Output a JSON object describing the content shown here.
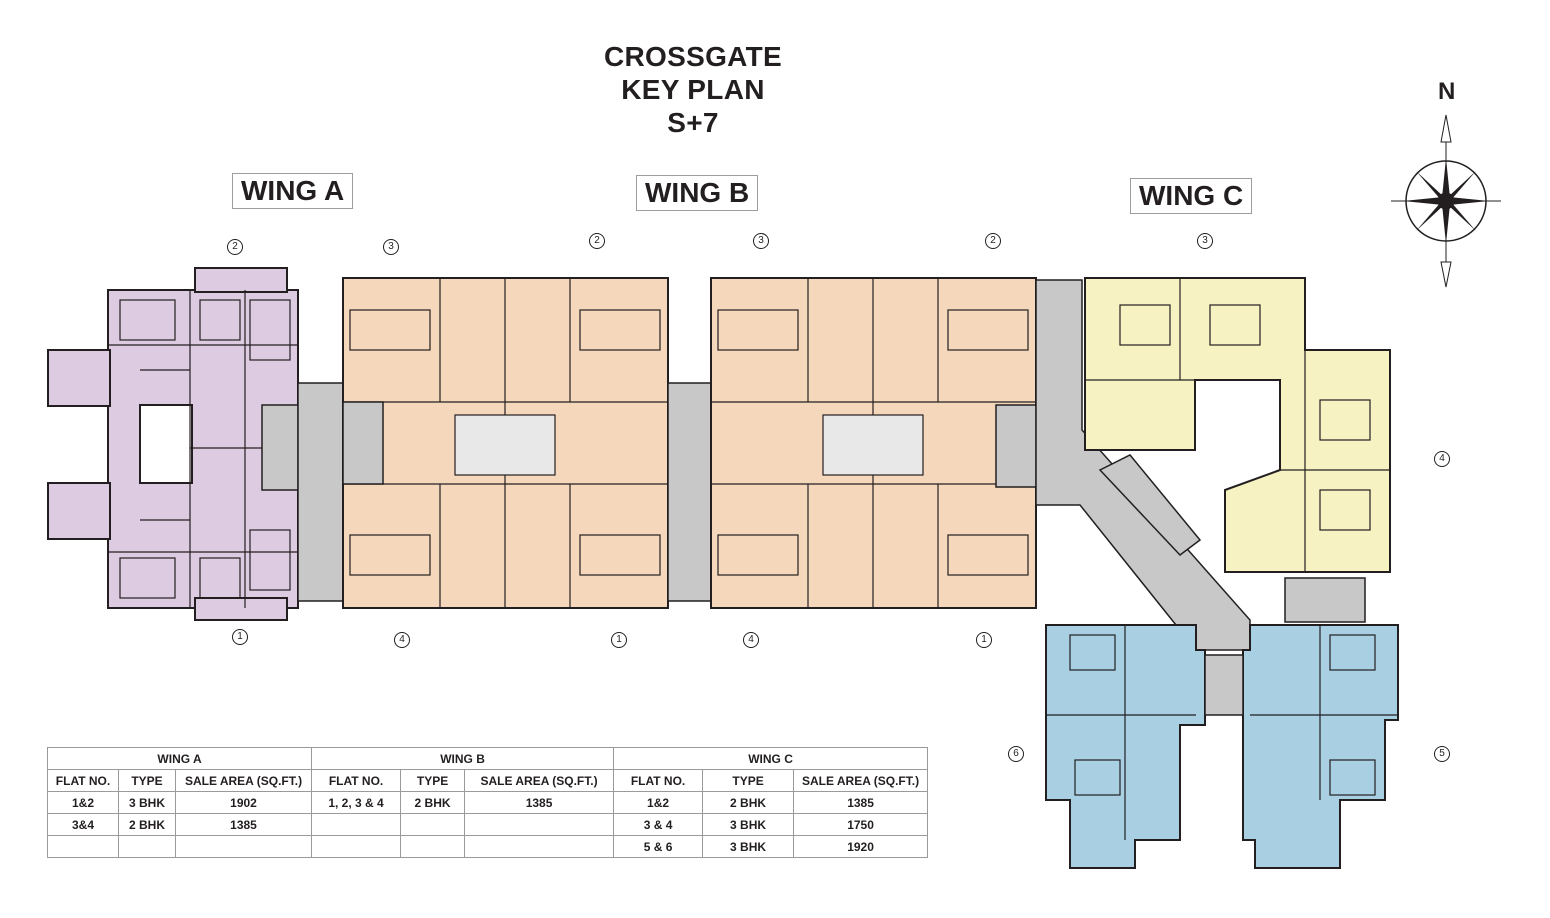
{
  "title": {
    "line1": "CROSSGATE",
    "line2": "KEY PLAN",
    "line3": "S+7"
  },
  "wings": {
    "a": "WING A",
    "b": "WING B",
    "c": "WING C"
  },
  "compass": {
    "north": "N",
    "icon": "compass-rose-icon"
  },
  "colors": {
    "wing_a": "#ddcbe2",
    "wing_b": "#f5d8bc",
    "wing_c_upper": "#f7f2c2",
    "wing_c_lower": "#a9cfe3",
    "core": "#c8c8c8"
  },
  "markers": {
    "a_top": "2",
    "a_bottom": "1",
    "b_top_1": "3",
    "b_top_2": "2",
    "b_top_3": "3",
    "b_top_4": "2",
    "b_bottom_1": "4",
    "b_bottom_2": "1",
    "b_bottom_3": "4",
    "b_bottom_4": "1",
    "c_top": "3",
    "c_right": "4",
    "c_right_lower": "5",
    "c_left_lower": "6"
  },
  "table": {
    "wing_a": {
      "header": "WING A",
      "columns": [
        "FLAT NO.",
        "TYPE",
        "SALE AREA (SQ.FT.)"
      ],
      "rows": [
        [
          "1&2",
          "3 BHK",
          "1902"
        ],
        [
          "3&4",
          "2 BHK",
          "1385"
        ],
        [
          "",
          "",
          ""
        ]
      ]
    },
    "wing_b": {
      "header": "WING B",
      "columns": [
        "FLAT NO.",
        "TYPE",
        "SALE AREA (SQ.FT.)"
      ],
      "rows": [
        [
          "1, 2, 3 & 4",
          "2 BHK",
          "1385"
        ],
        [
          "",
          "",
          ""
        ],
        [
          "",
          "",
          ""
        ]
      ]
    },
    "wing_c": {
      "header": "WING C",
      "columns": [
        "FLAT NO.",
        "TYPE",
        "SALE AREA (SQ.FT.)"
      ],
      "rows": [
        [
          "1&2",
          "2 BHK",
          "1385"
        ],
        [
          "3 & 4",
          "3 BHK",
          "1750"
        ],
        [
          "5 & 6",
          "3 BHK",
          "1920"
        ]
      ]
    }
  }
}
